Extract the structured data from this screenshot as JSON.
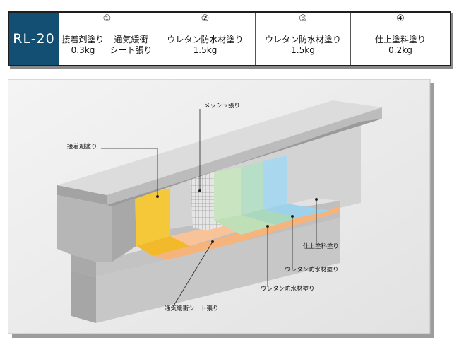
{
  "table": {
    "code": "RL-20",
    "steps": [
      {
        "num": "①",
        "items": [
          {
            "name": "接着剤塗り",
            "amount": "0.3kg"
          },
          {
            "name": "通気緩衝",
            "amount": "シート張り"
          }
        ]
      },
      {
        "num": "②",
        "items": [
          {
            "name": "ウレタン防水材塗り",
            "amount": "1.5kg"
          }
        ]
      },
      {
        "num": "③",
        "items": [
          {
            "name": "ウレタン防水材塗り",
            "amount": "1.5kg"
          }
        ]
      },
      {
        "num": "④",
        "items": [
          {
            "name": "仕上塗料塗り",
            "amount": "0.2kg"
          }
        ]
      }
    ]
  },
  "diagram": {
    "callouts": {
      "mesh": "メッシュ張り",
      "adhesive": "接着剤塗り",
      "topcoat": "仕上塗料塗り",
      "urethane_2": "ウレタン防水材塗り",
      "urethane_1": "ウレタン防水材塗り",
      "sheet": "通気緩衝シート張り"
    },
    "layer_colors": {
      "adhesive": "#f5c83a",
      "sheet": "#f6b47c",
      "mesh": "#d8d8d8",
      "urethane_1": "#c8e4c0",
      "urethane_2": "#b7dfc8",
      "topcoat": "#a9d8ee",
      "concrete": "#c9c9c9"
    }
  }
}
